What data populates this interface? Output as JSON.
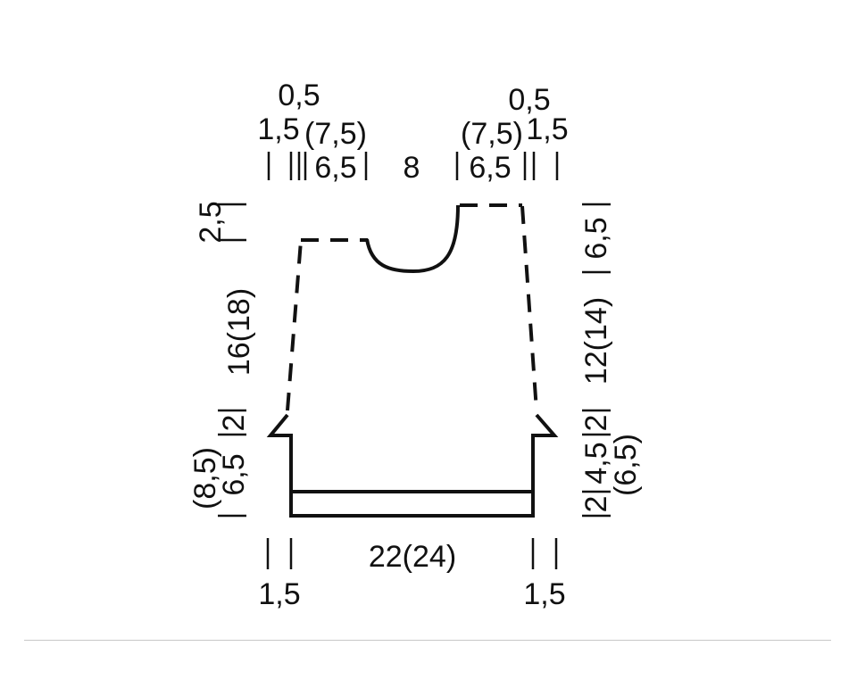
{
  "diagram": {
    "top": {
      "left_0_5": "0,5",
      "left_1_5": "1,5",
      "left_7_5": "(7,5)",
      "left_6_5": "6,5",
      "center_8": "8",
      "right_0_5": "0,5",
      "right_7_5": "(7,5)",
      "right_1_5": "1,5",
      "right_6_5": "6,5"
    },
    "left_side": {
      "shoulder": "2,5",
      "armhole": "16(18)",
      "step": "2",
      "lower_6_5": "6,5",
      "lower_8_5": "(8,5)"
    },
    "right_side": {
      "neck": "6,5",
      "armhole": "12(14)",
      "step": "2",
      "lower_4_5": "4,5",
      "lower_6_5": "(6,5)",
      "rib": "2"
    },
    "bottom": {
      "width": "22(24)",
      "left_1_5": "1,5",
      "right_1_5": "1,5"
    }
  }
}
